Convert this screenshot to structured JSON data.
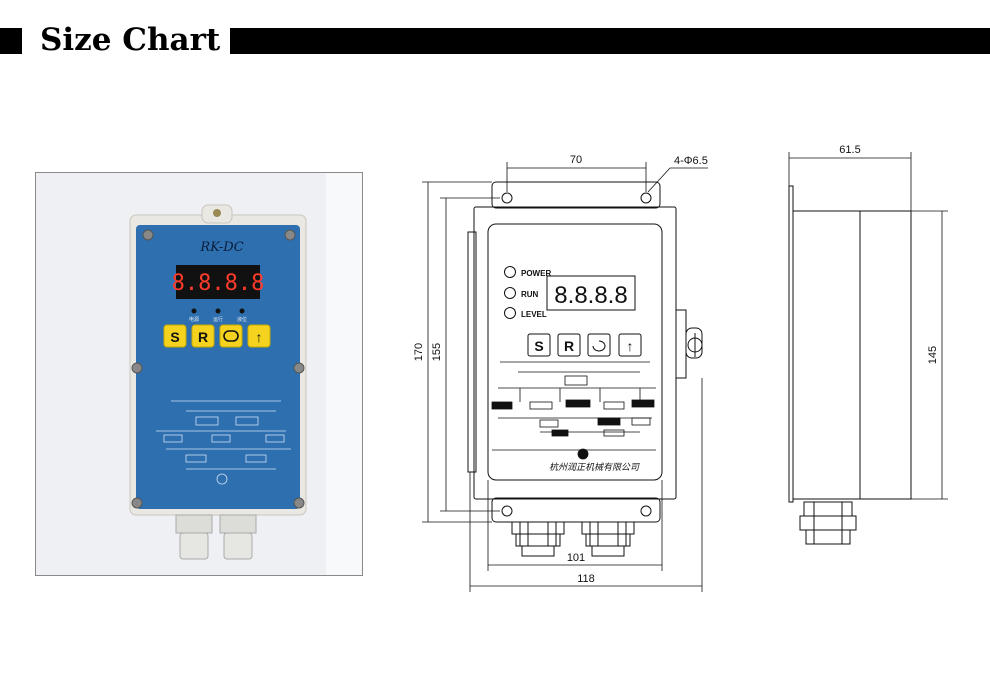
{
  "header": {
    "title": "Size Chart"
  },
  "photo": {
    "model": "RK-DC",
    "display": "8.8.8.8",
    "buttons": [
      "S",
      "R",
      "",
      "↑"
    ],
    "led_labels": [
      "电源",
      "运行",
      "液位"
    ]
  },
  "front_view": {
    "dims": {
      "hole_spacing": "70",
      "holes": "4-Φ6.5",
      "total_height": "170",
      "body_height": "155",
      "inner_width": "101",
      "total_width": "118"
    },
    "indicators": [
      "POWER",
      "RUN",
      "LEVEL"
    ],
    "display": "8.8.8.8",
    "buttons": [
      "S",
      "R",
      "↻",
      "↑"
    ],
    "manufacturer": "杭州润正机械有限公司"
  },
  "side_view": {
    "dims": {
      "depth": "61.5",
      "height": "145"
    }
  }
}
